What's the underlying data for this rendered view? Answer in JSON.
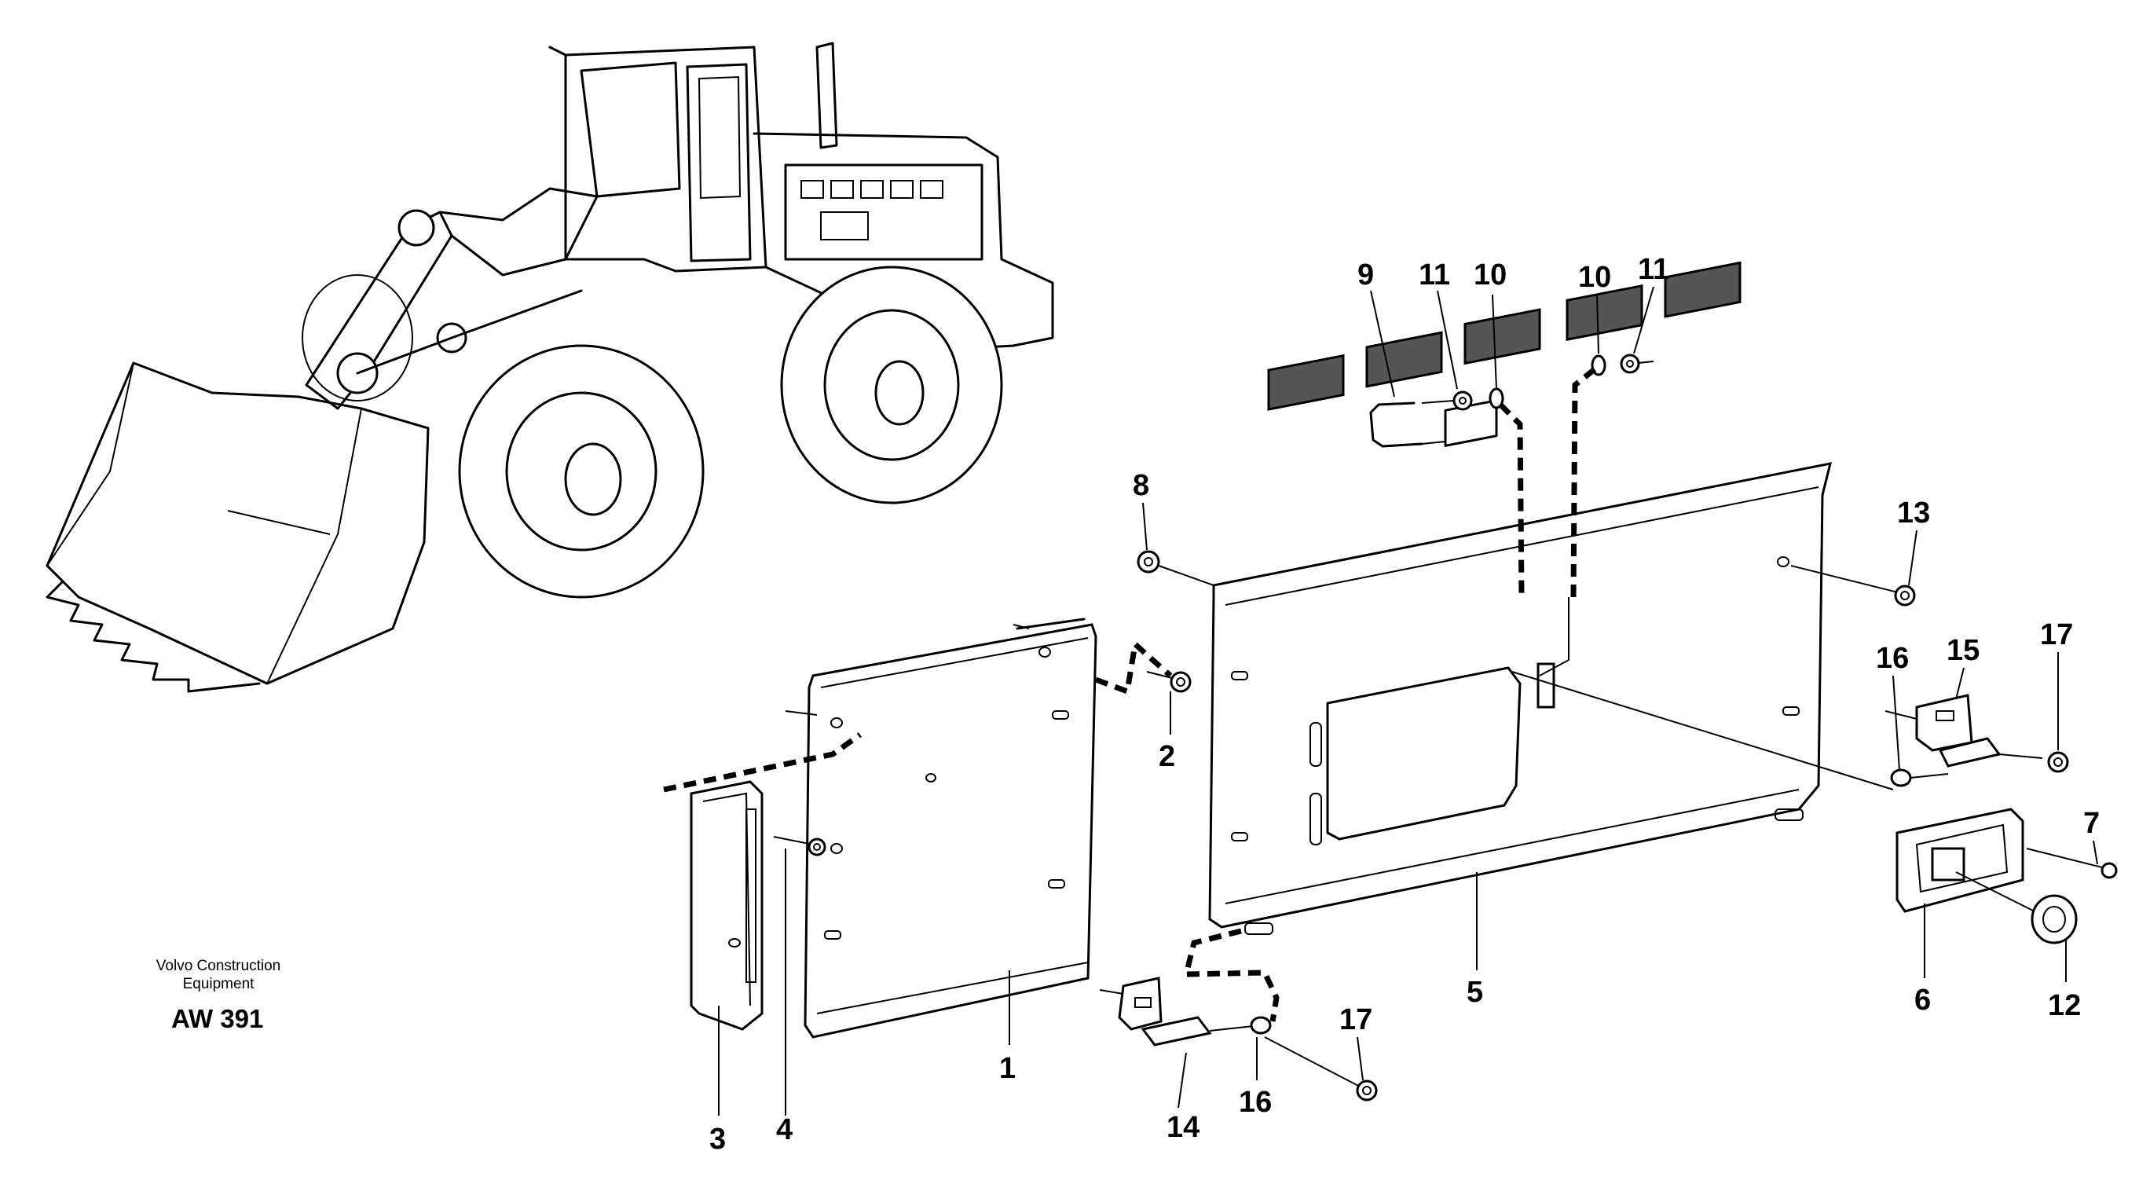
{
  "caption": {
    "line1": "Volvo Construction",
    "line2": "Equipment",
    "code": "AW 391"
  },
  "callouts": [
    "1",
    "2",
    "3",
    "4",
    "5",
    "6",
    "7",
    "8",
    "9",
    "10",
    "10",
    "11",
    "11",
    "12",
    "13",
    "14",
    "15",
    "16",
    "16",
    "17",
    "17"
  ]
}
